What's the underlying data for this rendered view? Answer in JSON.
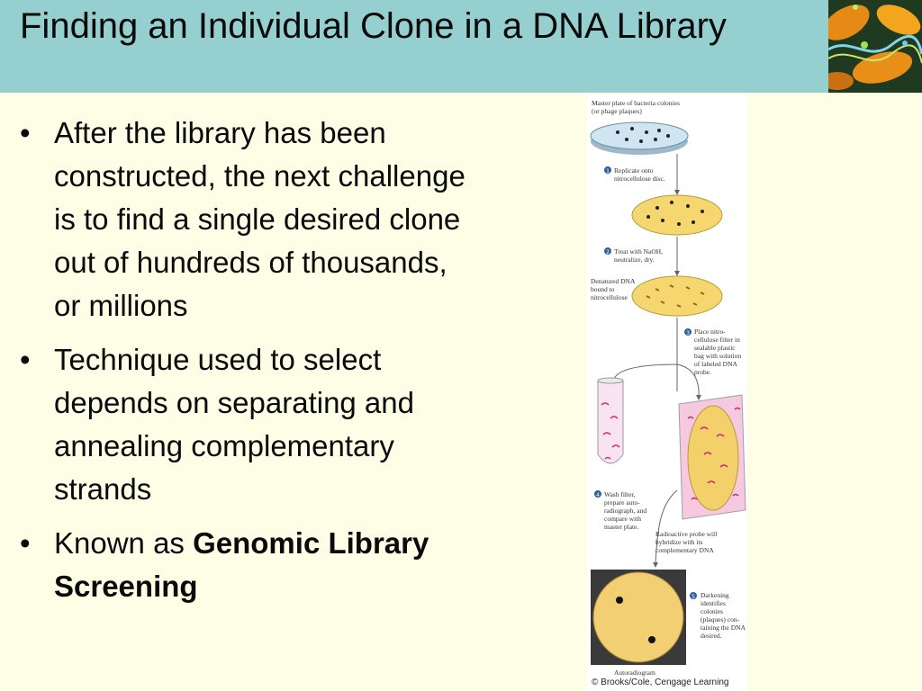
{
  "slide": {
    "title": "Finding an Individual Clone in a DNA Library",
    "bullets": [
      {
        "text": "After the library has been constructed, the next challenge is to find a single desired clone out of hundreds of thousands, or millions",
        "bold": ""
      },
      {
        "text": " Technique used to select depends on separating and annealing complementary strands",
        "bold": ""
      },
      {
        "text": "Known as ",
        "bold": "Genomic Library Screening"
      }
    ],
    "bullet_glyph": "•"
  },
  "figure": {
    "labels": {
      "master_plate": "Master plate of bacteria colonies (or phage plaques)",
      "step1": "Replicate onto nitrocellulose disc.",
      "step2": "Treat with NaOH, neutralize, dry.",
      "denatured": "Denatured DNA bound to nitrocellulose",
      "step3": "Place nitro-cellulose filter in sealable plastic bag with solution of labeled DNA probe.",
      "step4": "Wash filter, prepare auto-radiograph, and compare with master plate.",
      "probe_note": "Radioactive probe will hybridize with its complementary DNA",
      "step5": "Darkening identifies colonies (plaques) con-taining the DNA desired.",
      "autoradiogram": "Autoradiogram"
    },
    "step_numbers": [
      "1",
      "2",
      "3",
      "4",
      "5"
    ],
    "credit": "© Brooks/Cole, Cengage Learning"
  }
}
